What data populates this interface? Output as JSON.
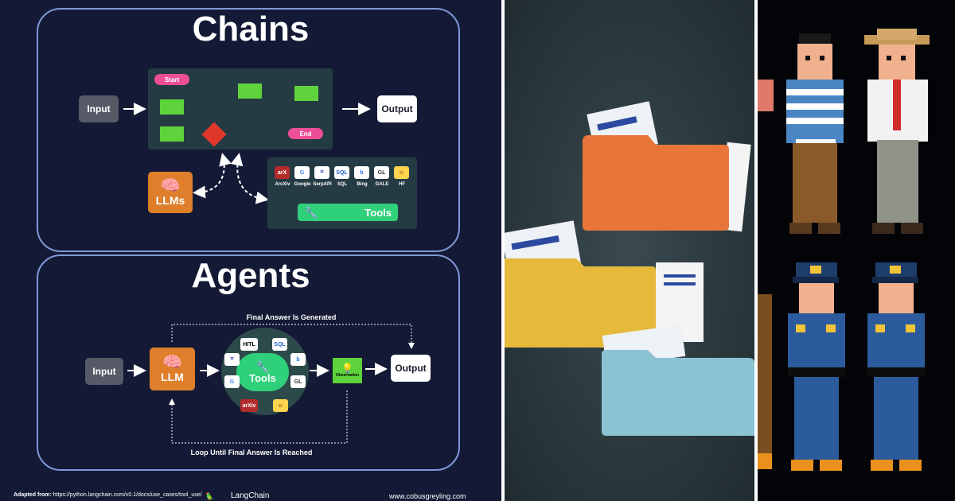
{
  "colors": {
    "background": "#141a35",
    "section_border": "#7f98d6",
    "llm_orange": "#df7f2c",
    "flow_green": "#5fd33c",
    "flow_pink": "#ec4f96",
    "decision_red": "#e0372b",
    "tools_circle": "#2d4a4a",
    "tools_green": "#2fd07a"
  },
  "chains": {
    "title": "Chains",
    "input": "Input",
    "output": "Output",
    "start": "Start",
    "end": "End",
    "llms": "LLMs",
    "tools_label": "Tools",
    "tools": [
      "ArcXiv",
      "Google",
      "SerpAPI",
      "SQL",
      "Bing",
      "GALE",
      "HF"
    ]
  },
  "agents": {
    "title": "Agents",
    "final_answer": "Final Answer Is Generated",
    "loop": "Loop Until Final Answer Is Reached",
    "input": "Input",
    "llm": "LLM",
    "tools": "Tools",
    "observation": "Observation",
    "output": "Output",
    "hitl": "HITL",
    "arxiv": "arXiv"
  },
  "footer": {
    "adapted_label": "Adapted from:",
    "adapted_url": "https://python.langchain.com/v0.1/docs/use_cases/tool_use/",
    "brand": "LangChain",
    "website": "www.cobusgreyling.com"
  },
  "folders": [
    {
      "name": "orange-folder",
      "color": "#e8763b"
    },
    {
      "name": "yellow-folder",
      "color": "#e6b93a"
    },
    {
      "name": "blue-folder",
      "color": "#8cc3d3"
    }
  ],
  "characters": [
    {
      "name": "striped-shirt-man",
      "shirt": "#4b86c4",
      "hat": false
    },
    {
      "name": "hat-man",
      "shirt": "#f2f2f2",
      "hat": true
    },
    {
      "name": "police-officer",
      "shirt": "#2b5b9c",
      "hat": true
    },
    {
      "name": "police-officer",
      "shirt": "#2b5b9c",
      "hat": true
    }
  ]
}
